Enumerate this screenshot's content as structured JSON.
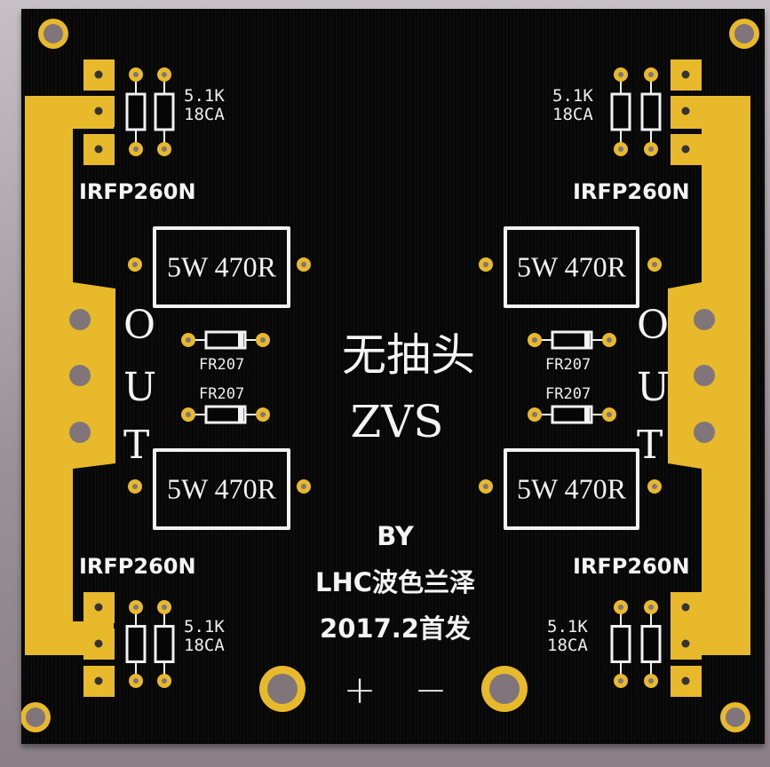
{
  "colors": {
    "copper": "#e8b92a",
    "board": "#060606",
    "silk": "#f2f2f2",
    "hole": "#7f757a"
  },
  "labels": {
    "resistor_value": "5.1K",
    "resistor_code": "18CA",
    "mosfet": "IRFP260N",
    "power_resistor": "5W 470R",
    "diode": "FR207",
    "out": [
      "O",
      "U",
      "T"
    ],
    "title_cn": "无抽头",
    "title_en": "ZVS",
    "by": "BY",
    "author": "LHC波色兰泽",
    "date": "2017.2首发",
    "plus": "+",
    "minus": "−"
  }
}
